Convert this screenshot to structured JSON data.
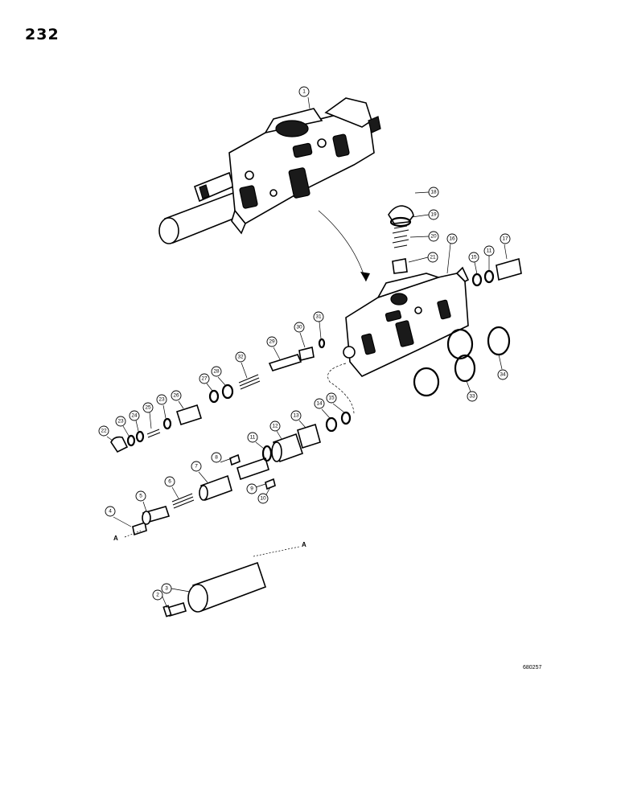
{
  "page": {
    "number": "232",
    "drawing_code": "680257"
  },
  "reference_letters": [
    "A",
    "A"
  ],
  "callouts": [
    "1",
    "2",
    "3",
    "4",
    "5",
    "6",
    "7",
    "8",
    "9",
    "10",
    "11",
    "12",
    "13",
    "14",
    "15",
    "16",
    "17",
    "18",
    "19",
    "20",
    "21",
    "22",
    "23",
    "24",
    "25",
    "23",
    "26",
    "27",
    "28",
    "29",
    "30",
    "31",
    "32",
    "33",
    "34",
    "15",
    "11"
  ]
}
